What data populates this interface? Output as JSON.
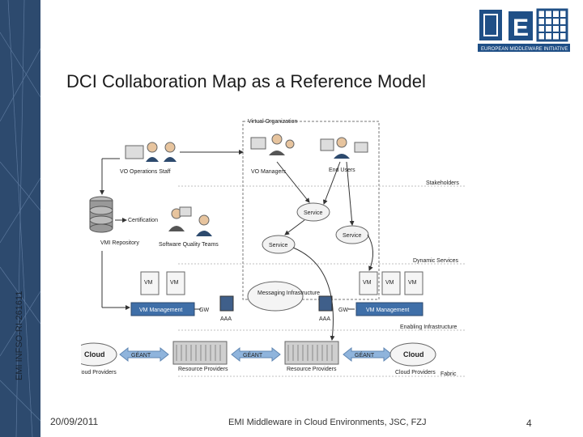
{
  "slide": {
    "title": "DCI Collaboration Map as a Reference Model",
    "side_text": "EMI INFSO-RI-261611",
    "footer_date": "20/09/2011",
    "footer_center": "EMI Middleware in Cloud Environments, JSC, FZJ",
    "page_number": "4",
    "logo_text": "EUROPEAN MIDDLEWARE INITIATIVE"
  },
  "diagram": {
    "virtual_organization": "Virtual Organization",
    "vo_operations_staff": "VO Operations Staff",
    "vo_managers": "VO Managers",
    "end_users": "End Users",
    "stakeholders": "Stakeholders",
    "certification": "Certification",
    "software_quality_teams": "Software Quality Teams",
    "vmi_repository": "VMI Repository",
    "service_1": "Service",
    "service_2": "Service",
    "service_3": "Service",
    "dynamic_services": "Dynamic Services",
    "vm": "VM",
    "messaging_infrastructure": "Messaging Infrastructure",
    "vm_management": "VM Management",
    "gw": "GW",
    "aaa": "AAA",
    "enabling_infrastructure": "Enabling Infrastructure",
    "cloud": "Cloud",
    "geant": "GÉANT",
    "cloud_providers": "Cloud Providers",
    "resource_providers": "Resource Providers",
    "fabric": "Fabric"
  },
  "colors": {
    "sidebar": "#2d4a6e",
    "vm_management": "#3f6fa8",
    "geant_arrow": "#8fb4dc",
    "logo_blue": "#1f4f86"
  }
}
